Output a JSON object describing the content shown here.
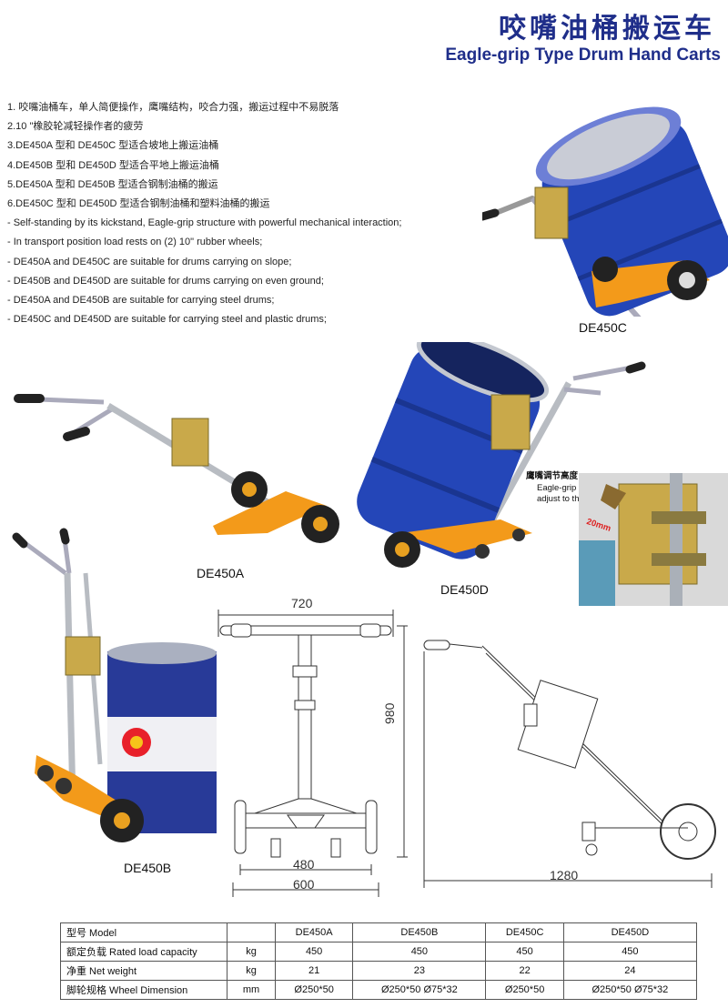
{
  "header": {
    "title_cn": "咬嘴油桶搬运车",
    "title_en": "Eagle-grip Type Drum Hand Carts"
  },
  "features": [
    "1. 咬嘴油桶车，单人简便操作，鹰嘴结构，咬合力强，搬运过程中不易脱落",
    "2.10 \"橡胶轮减轻操作者的疲劳",
    "3.DE450A 型和 DE450C 型适合坡地上搬运油桶",
    "4.DE450B 型和 DE450D 型适合平地上搬运油桶",
    "5.DE450A 型和 DE450B 型适合钢制油桶的搬运",
    "6.DE450C 型和 DE450D 型适合钢制油桶和塑料油桶的搬运",
    "- Self-standing by its kickstand, Eagle-grip structure with powerful mechanical interaction;",
    "- In transport position load rests on (2) 10\" rubber wheels;",
    "- DE450A and DE450C are suitable for drums carrying on slope;",
    "- DE450B and DE450D are suitable for drums carrying on even ground;",
    "- DE450A and DE450B are suitable for carrying steel drums;",
    "- DE450C and DE450D are suitable for carrying steel and plastic drums;"
  ],
  "models": {
    "c": "DE450C",
    "a": "DE450A",
    "d": "DE450D",
    "b": "DE450B"
  },
  "detail_note": {
    "cn": "鹰嘴调节高度",
    "en_line1": "Eagle-grip  need",
    "en_line2": "adjust to this height",
    "gap": "20mm"
  },
  "dimensions": {
    "top_width": "720",
    "height": "980",
    "wheel_track": "480",
    "base_width": "600",
    "length": "1280"
  },
  "spec_table": {
    "header": {
      "param": "型号 Model",
      "unit": "",
      "values": [
        "DE450A",
        "DE450B",
        "DE450C",
        "DE450D"
      ]
    },
    "rows": [
      {
        "param": "额定负载 Rated load capacity",
        "unit": "kg",
        "values": [
          "450",
          "450",
          "450",
          "450"
        ]
      },
      {
        "param": "净重 Net weight",
        "unit": "kg",
        "values": [
          "21",
          "23",
          "22",
          "24"
        ]
      },
      {
        "param": "脚轮规格 Wheel Dimension",
        "unit": "mm",
        "values": [
          "Ø250*50",
          "Ø250*50 Ø75*32",
          "Ø250*50",
          "Ø250*50 Ø75*32"
        ]
      }
    ]
  },
  "colors": {
    "title": "#1f2e8a",
    "drum_blue": "#2446b8",
    "cart_orange": "#f39a1a",
    "steel": "#b8bcc2"
  }
}
